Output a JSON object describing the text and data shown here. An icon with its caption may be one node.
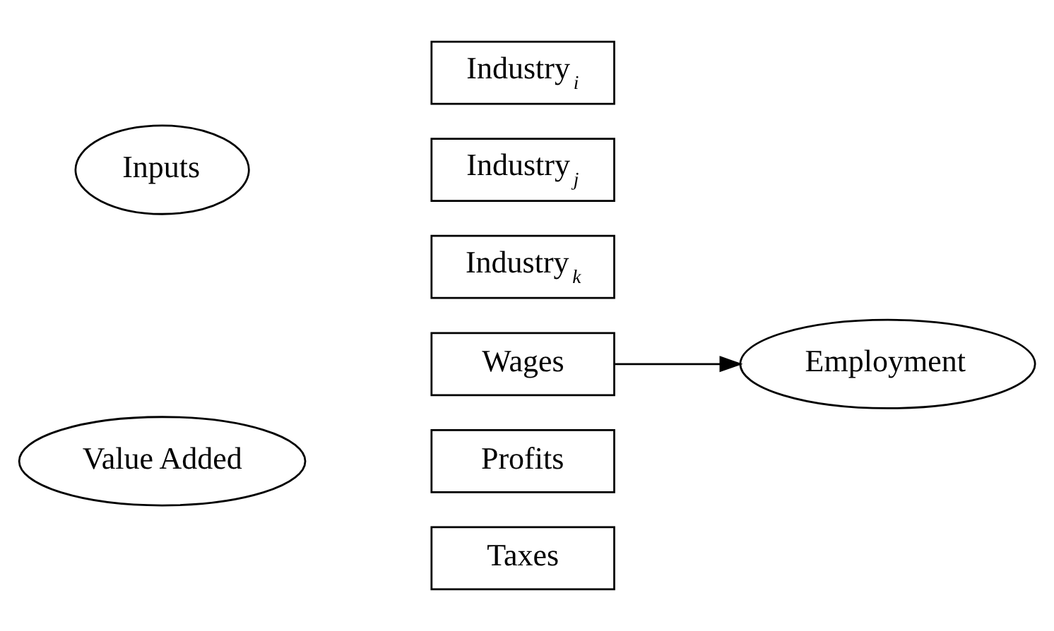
{
  "diagram": {
    "nodes": [
      {
        "text": [
          "Inputs"
        ]
      },
      {
        "text": [
          "Industry$_{i}$"
        ]
      },
      {
        "text": [
          "Industry$_{j}$"
        ]
      },
      {
        "text": [
          "Industry$_{k}$"
        ]
      },
      {
        "text": [
          "Value Added"
        ]
      },
      {
        "text": [
          "Wages"
        ]
      },
      {
        "text": [
          "Profits"
        ]
      },
      {
        "text": [
          "Taxes"
        ]
      },
      {
        "text": [
          "Employment"
        ]
      }
    ],
    "edges": [
      {
        "from": 5,
        "to": 8,
        "arrow": "to"
      }
    ]
  }
}
